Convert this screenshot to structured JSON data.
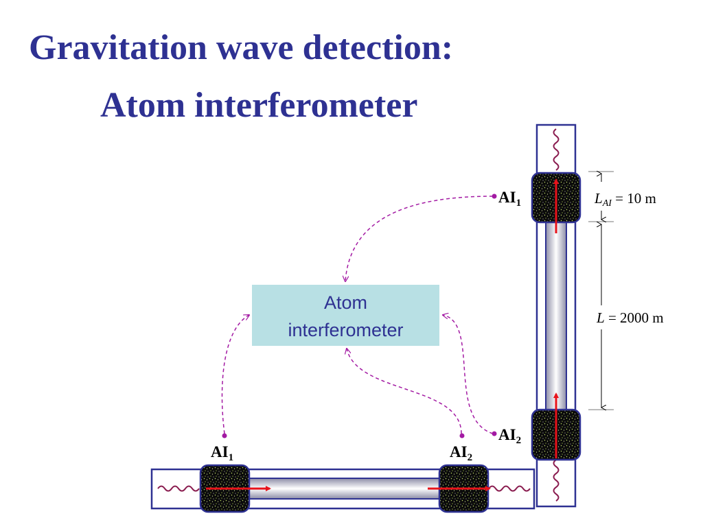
{
  "title": {
    "line1": "Gravitation wave detection:",
    "line2": "Atom  interferometer"
  },
  "center_box": {
    "line1": "Atom",
    "line2": "interferometer"
  },
  "labels": {
    "ai": "AI",
    "sub_1": "1",
    "sub_2": "2",
    "l_ai_symbol": "L",
    "l_ai_subscript": "AI",
    "l_ai_value": " = 10 m",
    "l_symbol": "L",
    "l_value": " = 2000 m"
  },
  "colors": {
    "title": "#2e3192",
    "box_fill": "#b8e0e4",
    "box_text": "#2e3192",
    "tube_outline": "#2e3192",
    "laser_arrow": "#e8131b",
    "wave": "#8a1c4f",
    "dashed_path": "#a31aa3"
  }
}
